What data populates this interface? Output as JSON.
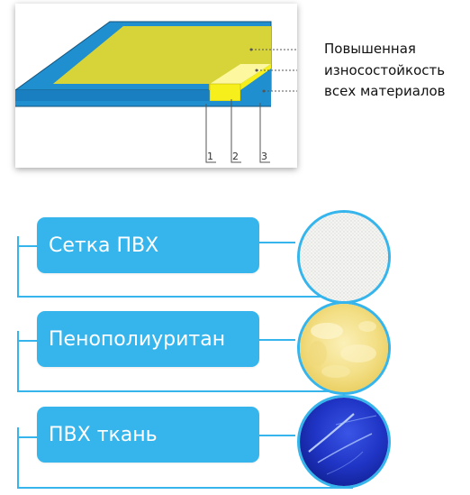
{
  "callout": {
    "line1": "Повышенная",
    "line2": "износостойкость",
    "line3": "всех материалов"
  },
  "layer_labels": [
    "1",
    "2",
    "3"
  ],
  "layers": [
    {
      "label": "Сетка ПВХ",
      "texture": "white-mesh"
    },
    {
      "label": "Пенополиуритан",
      "texture": "yellow-foam"
    },
    {
      "label": "ПВХ ткань",
      "texture": "blue-glossy-fabric"
    }
  ],
  "colors": {
    "accent": "#35b5ec",
    "mat_top": "#d7d43a",
    "mat_foam": "#f6ef1c",
    "mat_base": "#1f8fd0"
  }
}
